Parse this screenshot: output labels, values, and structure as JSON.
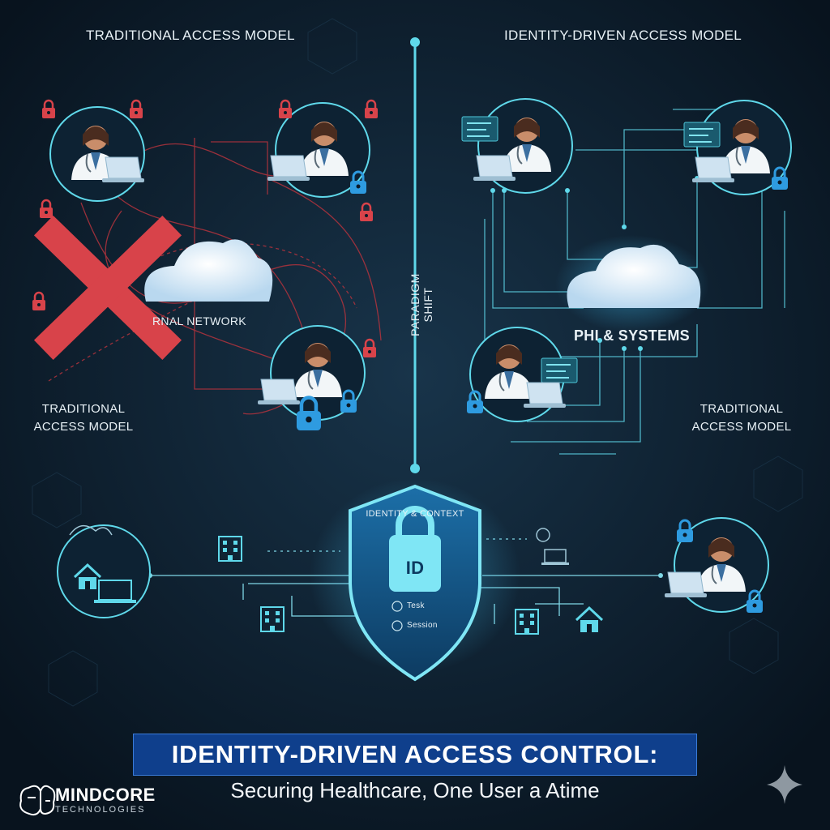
{
  "headers": {
    "left": "TRADITIONAL ACCESS MODEL",
    "right": "IDENTITY-DRIVEN ACCESS MODEL"
  },
  "center_label": "PARADIGM SHIFT",
  "left_panel": {
    "network_label": "RNAL NETWORK",
    "bottom_label_line1": "TRADITIONAL",
    "bottom_label_line2": "ACCESS MODEL"
  },
  "right_panel": {
    "systems_label": "PHI & SYSTEMS",
    "bottom_label_line1": "TRADITIONAL",
    "bottom_label_line2": "ACCESS MODEL"
  },
  "shield": {
    "title": "IDENTITY & CONTEXT",
    "badge": "ID",
    "items": [
      "Tesk",
      "Session"
    ]
  },
  "title": "IDENTITY-DRIVEN ACCESS CONTROL:",
  "subtitle": "Securing Healthcare, One User a Atime",
  "brand": {
    "name": "MINDCORE",
    "tagline": "TECHNOLOGIES"
  },
  "colors": {
    "background": "#0b1a28",
    "accent_cyan": "#5fd8ea",
    "lock_red": "#d8434a",
    "lock_blue": "#2e9be0",
    "title_bar": "#0f3f8c"
  },
  "icons": [
    "lock-icon",
    "cloud-icon",
    "shield-icon",
    "building-icon",
    "home-icon",
    "laptop-icon",
    "x-mark-icon",
    "brain-icon",
    "sparkle-icon"
  ]
}
